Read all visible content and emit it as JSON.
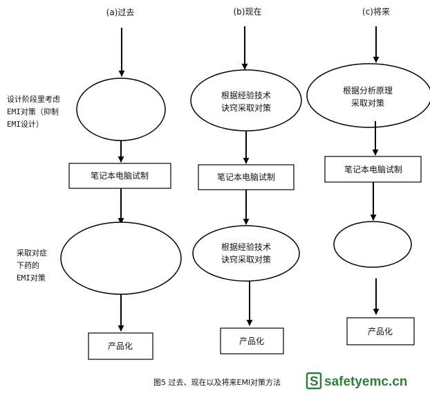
{
  "columns": [
    {
      "heading": "(a)过去",
      "shape1_lines": [],
      "side_note1": [
        "设计阶段里考虑",
        "EMI对策（抑制",
        "EMI设计）"
      ],
      "box1": "笔记本电脑试制",
      "shape2_lines": [],
      "side_note2": [
        "采取对症",
        "下药的",
        "EMI对策"
      ],
      "box2": "产品化"
    },
    {
      "heading": "(b)现在",
      "shape1_lines": [
        "根据经验技术",
        "诀窍采取对策"
      ],
      "box1": "笔记本电脑试制",
      "shape2_lines": [
        "根据经验技术",
        "诀窍采取对策"
      ],
      "box2": "产品化"
    },
    {
      "heading": "(c)将来",
      "shape1_lines": [
        "根据分析原理",
        "采取对策"
      ],
      "box1": "笔记本电脑试制",
      "shape2_lines": [],
      "box2": "产品化"
    }
  ],
  "caption": "图5  过去、现在以及将来EMI对策方法",
  "watermark": {
    "badge": "S",
    "text": "safetyemc.cn",
    "color": "#2e7d3a"
  }
}
